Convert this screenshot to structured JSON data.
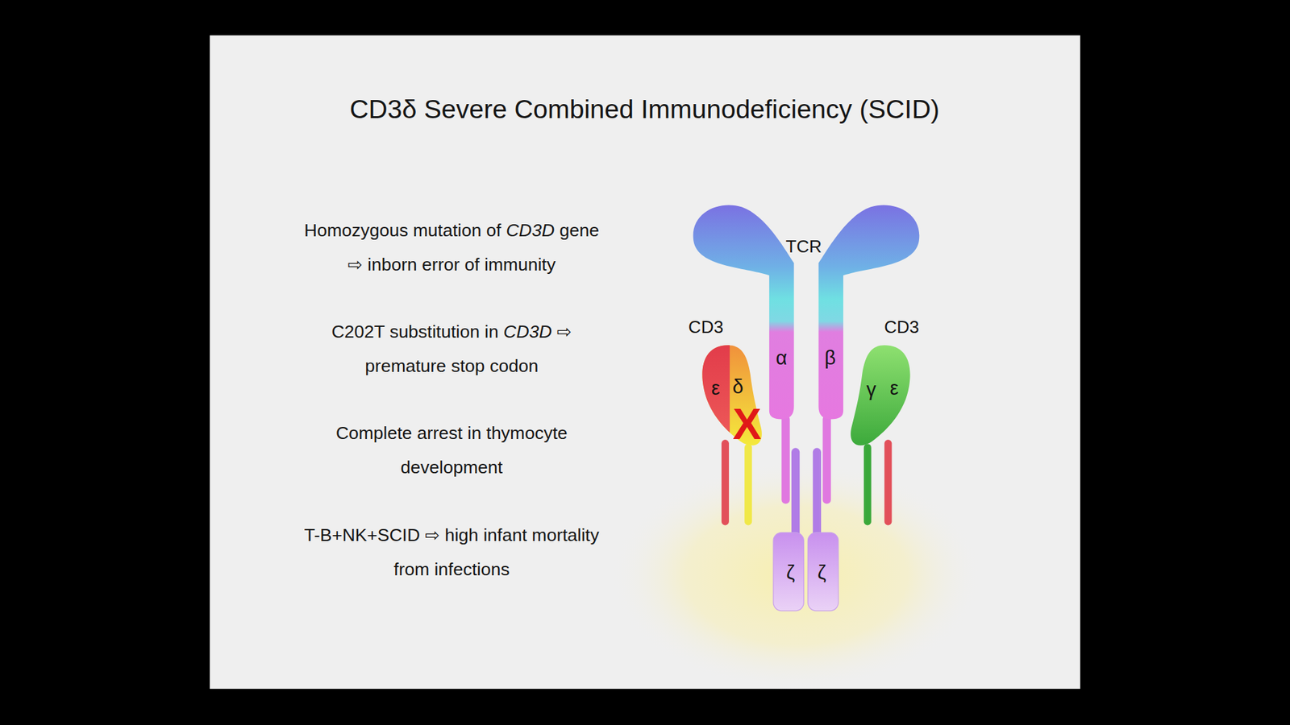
{
  "diagram": {
    "title": "CD3δ Severe Combined Immunodeficiency (SCID)",
    "labels": [
      "Homozygous mutation of CD3D gene ⇨ inborn error of immunity",
      "C202T substitution in CD3D ⇨ premature stop codon",
      "Complete arrest in thymocyte development",
      "T-B+NK+SCID ⇨ high infant mortality from infections",
      "TCR",
      "CD3",
      "CD3",
      "ε",
      "δ",
      "α",
      "β",
      "γ",
      "ε",
      "X",
      "ζ",
      "ζ"
    ]
  }
}
